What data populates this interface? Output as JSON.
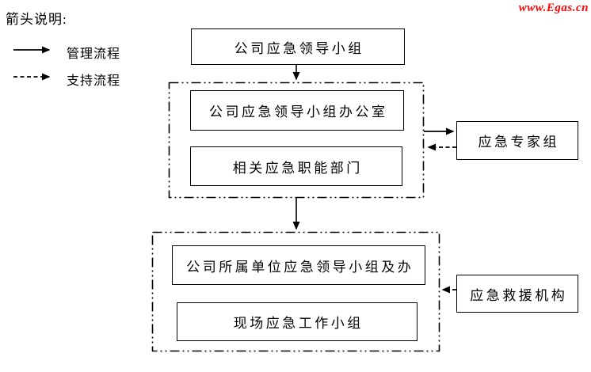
{
  "watermark": {
    "text": "www.Egas.cn",
    "color": "#ff0000"
  },
  "legend": {
    "title": "箭头说明:",
    "items": [
      {
        "label": "管理流程",
        "arrow_style": "solid"
      },
      {
        "label": "支持流程",
        "arrow_style": "dashed"
      }
    ]
  },
  "diagram": {
    "top_box": {
      "label": "公司应急领导小组"
    },
    "company_group_container": {
      "office_box": {
        "label": "公司应急领导小组办公室"
      },
      "dept_box": {
        "label": "相关应急职能部门"
      }
    },
    "expert_box": {
      "label": "应急专家组"
    },
    "subsidiary_group_container": {
      "sub_leader_box": {
        "label": "公司所属单位应急领导小组及办"
      },
      "onsite_box": {
        "label": "现场应急工作小组"
      }
    },
    "rescue_box": {
      "label": "应急救援机构"
    }
  },
  "colors": {
    "line": "#000000",
    "background": "#ffffff",
    "watermark_red": "#ff0000"
  }
}
